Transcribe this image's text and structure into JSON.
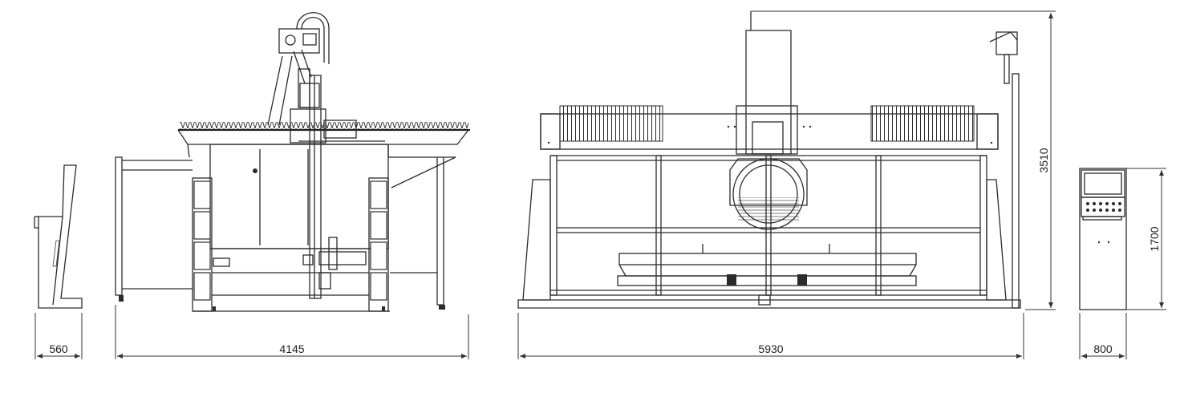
{
  "dimensions": {
    "console_depth": "560",
    "side_view_length": "4145",
    "front_view_length": "5930",
    "overall_height": "3510",
    "panel_height": "1700",
    "panel_width": "800"
  }
}
